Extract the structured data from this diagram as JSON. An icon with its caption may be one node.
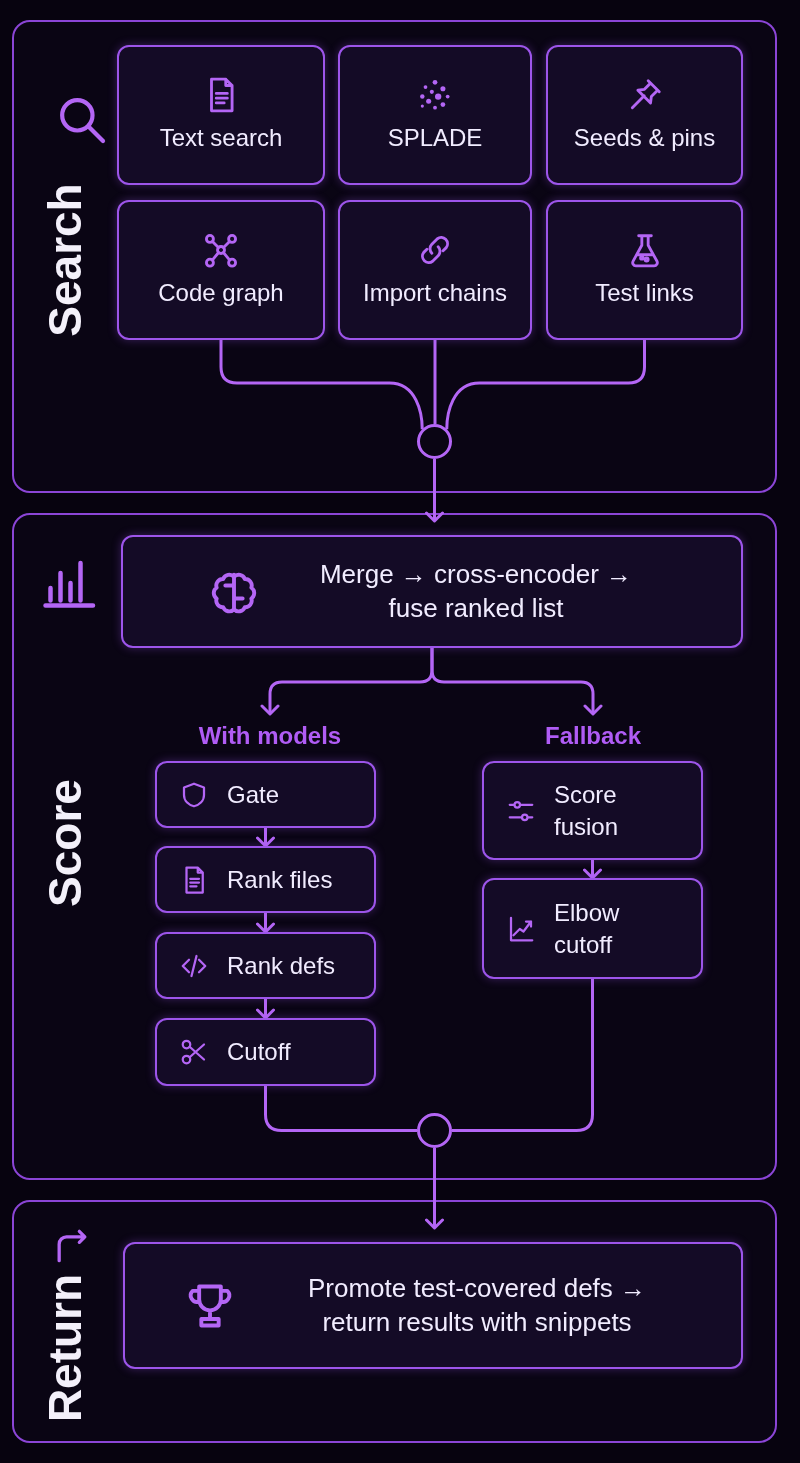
{
  "diagram": {
    "nodes": [
      {
        "text": [
          "Search"
        ]
      },
      {
        "text": [
          "Text search"
        ],
        "in": 0
      },
      {
        "text": [
          "SPLADE"
        ],
        "in": 0
      },
      {
        "text": [
          "Seeds & pins"
        ],
        "in": 0
      },
      {
        "text": [
          "Code graph"
        ],
        "in": 0
      },
      {
        "text": [
          "Import chains"
        ],
        "in": 0
      },
      {
        "text": [
          "Test links"
        ],
        "in": 0
      },
      {
        "text": [],
        "shape": "circle",
        "in": 0
      },
      {
        "text": [
          "Score"
        ]
      },
      {
        "text": [
          "Merge → cross-encoder → fuse ranked list"
        ],
        "in": 8
      },
      {
        "text": [
          "With models"
        ],
        "in": 8
      },
      {
        "text": [
          "Fallback"
        ],
        "in": 8
      },
      {
        "text": [
          "Gate"
        ],
        "in": 8
      },
      {
        "text": [
          "Rank files"
        ],
        "in": 8
      },
      {
        "text": [
          "Rank defs"
        ],
        "in": 8
      },
      {
        "text": [
          "Cutoff"
        ],
        "in": 8
      },
      {
        "text": [
          "Score fusion"
        ],
        "in": 8
      },
      {
        "text": [
          "Elbow cutoff"
        ],
        "in": 8
      },
      {
        "text": [],
        "shape": "circle",
        "in": 8
      },
      {
        "text": [
          "Return"
        ]
      },
      {
        "text": [
          "Promote test-covered defs → return results with snippets"
        ],
        "in": 19
      }
    ],
    "edges": [
      {
        "from": 4,
        "to": 7,
        "arrow": "none"
      },
      {
        "from": 5,
        "to": 7,
        "arrow": "none"
      },
      {
        "from": 6,
        "to": 7,
        "arrow": "none"
      },
      {
        "from": 7,
        "to": 9,
        "arrow": "to"
      },
      {
        "from": 9,
        "to": 10,
        "arrow": "to"
      },
      {
        "from": 9,
        "to": 11,
        "arrow": "to"
      },
      {
        "from": 12,
        "to": 13,
        "arrow": "to"
      },
      {
        "from": 13,
        "to": 14,
        "arrow": "to"
      },
      {
        "from": 14,
        "to": 15,
        "arrow": "to"
      },
      {
        "from": 16,
        "to": 17,
        "arrow": "to"
      },
      {
        "from": 15,
        "to": 18,
        "arrow": "none"
      },
      {
        "from": 17,
        "to": 18,
        "arrow": "none"
      },
      {
        "from": 18,
        "to": 20,
        "arrow": "to"
      }
    ]
  }
}
